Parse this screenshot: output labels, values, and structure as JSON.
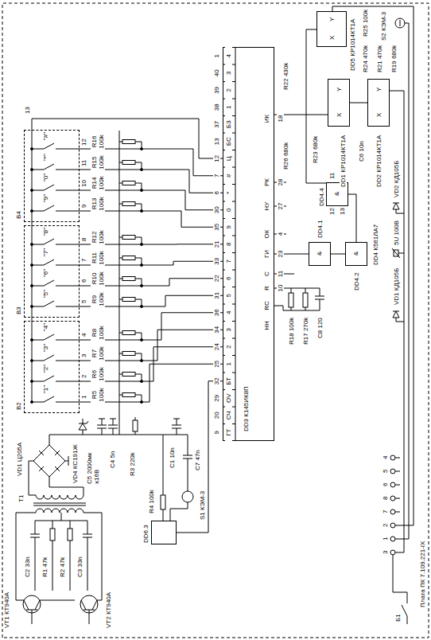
{
  "diagram": {
    "nodes": [
      {
        "text": [
          "B2",
          "\"1\"",
          "\"2\"",
          "\"3\"",
          "\"4\""
        ]
      },
      {
        "text": [
          "B3",
          "\"5\"",
          "\"6\"",
          "\"7\"",
          "\"8\""
        ]
      },
      {
        "text": [
          "B4",
          "\"9\"",
          "\"0\"",
          "\"*\"",
          "\"#\""
        ]
      },
      {
        "text": [
          "DD3 К145ИК8П"
        ]
      },
      {
        "text": [
          "DD4.1",
          "&"
        ]
      },
      {
        "text": [
          "DD4.2",
          "&"
        ]
      },
      {
        "text": [
          "DD4.4",
          "&"
        ]
      },
      {
        "text": [
          "DD6.3"
        ]
      },
      {
        "text": [
          "DD5 КР1014КТ1А",
          "X",
          "Y"
        ]
      },
      {
        "text": [
          "DD1 КР1014КТ1А",
          "X",
          "Y"
        ]
      },
      {
        "text": [
          "DD2 КР1014КТ1А",
          "X",
          "Y"
        ]
      }
    ],
    "edges": [
      {
        "from": 0,
        "to": 3,
        "arrow": "none"
      },
      {
        "from": 1,
        "to": 3,
        "arrow": "none"
      },
      {
        "from": 2,
        "to": 3,
        "arrow": "none"
      },
      {
        "from": 7,
        "to": 3,
        "arrow": "none"
      },
      {
        "from": 3,
        "to": 4,
        "arrow": "none"
      },
      {
        "from": 4,
        "to": 5,
        "arrow": "none"
      },
      {
        "from": 5,
        "to": 6,
        "arrow": "none"
      },
      {
        "from": 6,
        "to": 8,
        "arrow": "none"
      },
      {
        "from": 3,
        "to": 9,
        "arrow": "none"
      },
      {
        "from": 9,
        "to": 10,
        "arrow": "none"
      }
    ],
    "labels": [
      "VT1 КТ940А",
      "VT2 КТ940А",
      "C2 33n",
      "R1 47k",
      "R2 47k",
      "C3 33n",
      "T1",
      "VD1 Ц205А",
      "VD4 КС191Ж",
      "C5 2000мк x16B",
      "C4 5n",
      "R3 220k",
      "C1 10n",
      "R4 100k",
      "S1 КЭМ-3",
      "C7 47n",
      "R5 100k",
      "R6 100k",
      "R7 100k",
      "R8 100k",
      "R9 100k",
      "R10 100k",
      "R11 100k",
      "R12 100k",
      "R13 100k",
      "R14 100k",
      "R15 100k",
      "R16 100k",
      "1",
      "2",
      "3",
      "4",
      "5",
      "6",
      "7",
      "8",
      "9",
      "10",
      "11",
      "12",
      "13",
      "ГТ",
      "СЧ",
      "OV",
      "БТ",
      "1",
      "2",
      "3",
      "4",
      "5",
      "6",
      "7",
      "8",
      "9",
      "0",
      "*",
      "#",
      "Ц",
      "БС",
      "БЗ",
      "1",
      "2",
      "3",
      "4",
      "9",
      "20",
      "29",
      "32",
      "25",
      "24",
      "34",
      "36",
      "31",
      "22",
      "33",
      "21",
      "35",
      "30",
      "6",
      "7",
      "12",
      "13",
      "37",
      "38",
      "39",
      "40",
      "1",
      "НН",
      "RC",
      "R",
      "C",
      "ГИ",
      "ОК",
      "НУ",
      "РК",
      "ИК",
      "10",
      "11",
      "23",
      "4",
      "27",
      "28",
      "18",
      "R18 100k",
      "R17 270k",
      "C8 120",
      "DD4 К561ЛА7",
      "12",
      "13",
      "11",
      "R26 680k",
      "R22 430k",
      "R23 680k",
      "C6 10n",
      "R24 470k",
      "R21 470k",
      "R19 680k",
      "R25 100k",
      "S2 КЭМ-3",
      "VD1 КД105Б",
      "5U 100B",
      "VD2 КД105Б",
      "Плата ПК 7.109.221-IX",
      "Б1",
      "3",
      "1",
      "2",
      "7",
      "8",
      "6",
      "5",
      "4"
    ]
  }
}
